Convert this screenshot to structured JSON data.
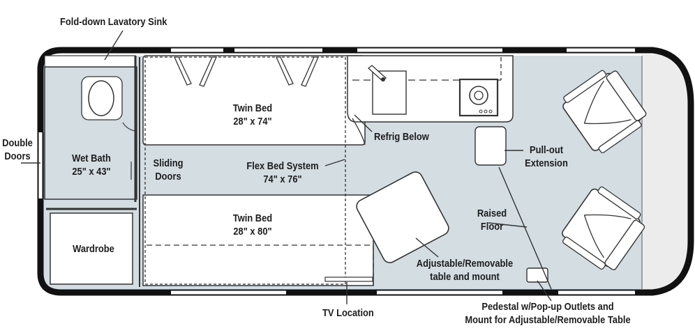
{
  "labels": {
    "fold_down_lavatory_sink": "Fold-down Lavatory Sink",
    "double_doors": [
      "Double",
      "Doors"
    ],
    "wet_bath": [
      "Wet Bath",
      "25\" x 43\""
    ],
    "wardrobe": "Wardrobe",
    "sliding_doors": [
      "Sliding",
      "Doors"
    ],
    "twin_bed_top": [
      "Twin Bed",
      "28\" x 74\""
    ],
    "flex_bed_system": [
      "Flex Bed System",
      "74\" x 76\""
    ],
    "twin_bed_bottom": [
      "Twin Bed",
      "28\" x 80\""
    ],
    "refrig_below": "Refrig Below",
    "pull_out_extension": [
      "Pull-out",
      "Extension"
    ],
    "raised_floor": [
      "Raised",
      "Floor"
    ],
    "adjustable_table": [
      "Adjustable/Removable",
      "table and mount"
    ],
    "tv_location": "TV Location",
    "pedestal": [
      "Pedestal w/Pop-up Outlets and",
      "Mount for Adjustable/Removable Table"
    ]
  },
  "colors": {
    "wall": "#111111",
    "floor": "#d3dde2",
    "furniture": "#ffffff",
    "cab": "#ececec",
    "line": "#333333",
    "text": "#1d1d1d"
  }
}
